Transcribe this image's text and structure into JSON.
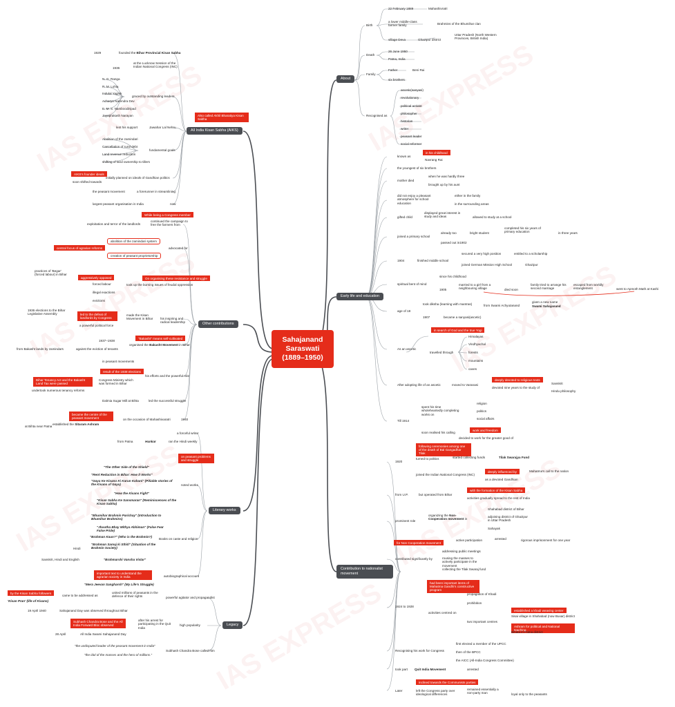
{
  "watermark": "IAS EXPRESS",
  "root": "Sahajanand Saraswati (1889–1950)",
  "branches": {
    "about": "About",
    "aikisan": "All India Kisan Sabha (AIKS)",
    "other": "Other contributions",
    "literary": "Literary works",
    "legacy": "Legacy",
    "early": "Early life and education",
    "national": "Contribution to nationalist movement"
  },
  "about": {
    "birth": "Birth",
    "birth_date": "22 February 1889",
    "birth_date_v": "Mahashivratri",
    "birth_family": "a lower middle-class farmer family",
    "birth_family_v": "Brahmins of the Bhumihar clan",
    "birth_village": "village Deva",
    "birth_district": "Ghazipur district",
    "birth_state": "Uttar Pradesh (North Western Provinces, British India)",
    "death": "Death",
    "death_date": "26 June 1950",
    "death_place": "Patna, India",
    "family": "Family",
    "father": "Father",
    "father_v": "Beni Rai",
    "brothers": "six brothers",
    "recognised": "Recognised as",
    "roles": [
      "ascetic(sanyasi)",
      "revolutionary",
      "political activist",
      "philosopher",
      "historian",
      "writer",
      "peasant leader",
      "social reformer"
    ]
  },
  "aiks": {
    "callout": "Also called Akhil Bharatiya Kisan Sabha",
    "y1929": "1929",
    "y1929_v1": "founded the ",
    "y1929_v2": "Bihar Provincial Kisan Sabha",
    "y1936": "1936",
    "y1936_v": "at the Lucknow Session of the Indian National Congress (INC)",
    "graced": "graced by outstanding leaders",
    "leaders": [
      "N. G. Ranga",
      "R. M. Lohia",
      "Indulal Yagnik",
      "Acharya Narendra Dev",
      "E. M. S. Namboodiripad",
      "Jayaprakash Narayan"
    ],
    "jawahar": "Jawahar Lal Nehru",
    "jawahar_v": "lent his support",
    "goals": "fundamental goals",
    "goal_list": [
      "Abolition of the zamindari",
      "Cancellation of rural debt",
      "Land revenue reduction",
      "shifting of land ownership to tillers"
    ],
    "gandhi": "initially planned on ideals of Gandhian politics",
    "leftcall": "AIKS's founder ideals",
    "shifted": "soon shifted towards",
    "peasant": "the peasant movement",
    "fore": "a forerunner in streamlining",
    "largest": "largest peasant organisation in India",
    "now": "now"
  },
  "other": {
    "call_congress": "While being a Congress member",
    "continued": "continued the campaign to free the farmers from",
    "exploit": "exploitation and terror of the landlords",
    "advocated": "advocated for",
    "call_ideas": "central focus of agrarian reforms",
    "abolition": "abolition of the zamindari system",
    "creation": "creation of peasant proprietorship",
    "burning": "took up the burning issues of feudal oppression",
    "call_burning": "On organising these resistance and struggle",
    "begar": "practices of 'Begar' (forced labour) in Bihar",
    "call_begar": "aggressively opposed",
    "forced": "forced labour",
    "exactions": "illegal exactions",
    "evictions": "evictions",
    "elections": "1936 elections to the Bihar Legislative Assembly",
    "call_elections": "led to the defeat of landlords by Congress",
    "powerful": "a powerful political force",
    "madekisan": "made the Kisan Movement in Bihar",
    "inspiring": "his inspiring and radical leadership",
    "call_bakasht": "\"Bakasht\" means self-cultivated",
    "organised1": "organised the ",
    "organised2": "Bakasht Movement",
    "organised3": " in Bihar",
    "yrs": "1937–1938",
    "against": "against the eviction of tenants",
    "fromBakasht": "from Bakasht lands by zamindars",
    "effort": "his efforts and the powerful role",
    "inpeasant": "in peasant movements",
    "congress": "Congress Ministry which was formed in Bihar",
    "call_result": "result of the 1938 elections",
    "call_bihar": "Bihar Tenancy Act and the Bakasht Land Tax were passed",
    "undertook": "undertook numerous tenancy reforms",
    "dalmia": "Dalmia Sugar Mill at Bihta",
    "led": "led the successful struggle",
    "year1940": "1940",
    "ashram_call": "became the centre of the peasant movement",
    "ashram_pre": "established the ",
    "ashram": "Sitaram Ashram",
    "bihta": "at Bihta near Patna",
    "mahashiv": "on the occasion of Mahashivaratri"
  },
  "literary": {
    "prolific": "a forceful writer",
    "hindi": "ran the Hindi weekly",
    "patna": "from Patna",
    "hunkar": "Hunkar",
    "call_writings": "on peasant problems and struggle",
    "noted": "noted works",
    "works": [
      "\"The Other Side of the Shield\"",
      "\"Rent Reduction in Bihar: How it Works\"",
      "\"Gaya Ke Kisano Ki Karun Kahani\" (Pitiable stories of the Kisans of Gaya)",
      "\"How the Kisans Fight\"",
      "\"Kisan Sabha Ke Sansmaran\" (Reminiscences of the Kisan Sabha)"
    ],
    "caste": "Books on caste and religion",
    "caste_works": [
      "\"Bhumihar Brahmin Parichay\" (Introduction to Bhumihar Brahmins)",
      "\"Jhootha Bhay Mithya Abhiman\" (False Fear False Pride)",
      "\"Brahman Kaun?\" (Who is the Brahmin?)",
      "\"Brahman Samaj ki Sthiti\" (Situation of the Brahmin Society)",
      "\"Brahmarshi Vansha Vistar\""
    ],
    "hindiL": "Hindi",
    "sanskrit": "Sanskrit, Hindi and English",
    "auto": "autobiographical account",
    "call_auto": "important text to understand the agrarian society in India",
    "mera": "\"Mera Jeevan Sangharsh\" (My Life's Struggle)"
  },
  "legacy": {
    "agitator": "powerful agitator and propagandist",
    "united": "united millions of peasants in the defence of their rights",
    "call_kisan": "by the Kisan Sabha followers",
    "called": "came to be addressed as",
    "kisanpran": "'Kisan Pran' (life of Kisans)",
    "popularity": "high popularity",
    "arrest": "after his arrest for participating in the Quit India",
    "apr1940": "19 April 1940",
    "bahajanand": "Sahajanand Day was observed throughout Bihar",
    "call_bose": "Subhash Chandra Bose and the All India Forward Bloc observed",
    "apr28": "28 April",
    "allindia": "All India Swami Sahajanand Day",
    "bose": "Subhash Chandra Bose called him",
    "undisputed": "\"the undisputed leader of the peasant movement in India\"",
    "idol": "\"the idol of the masses and the hero of millions.\""
  },
  "early": {
    "known": "known as",
    "call_childhood": "in his childhood",
    "navrang": "Navrang Rai",
    "youngest": "the youngest of six brothers",
    "mother": "mother died",
    "mother1": "when he was hardly three",
    "mother2": "brought up by his aunt",
    "enjoy": "did not enjoy a pleasant atmosphere for school education",
    "enjoy1": "either in the family",
    "enjoy2": "in the surrounding areas",
    "gifted": "gifted child",
    "gifted1": "displayed great interest in study and ideas",
    "gifted2": "allowed to study at a school",
    "primary": "joined a primary school",
    "primary1": "already too",
    "primary2": "bright student",
    "primary3": "completed his six years of primary education",
    "primary4": "in three years",
    "primary5": "passed out in1902",
    "y1904": "1904",
    "middle": "finished middle school",
    "middle1": "secured a very high position",
    "middle2": "entitled to a scholarship",
    "middle3": "joined German Mission High School",
    "middle4": "Ghazipur",
    "spiritual": "spiritual bent of mind",
    "since": "since his childhood",
    "y1905": "1905",
    "married": "married to a girl from a neighbouring village",
    "wife": "died soon",
    "wife2": "family tried to arrange his second marriage",
    "escaped": "escaped from worldly entanglement",
    "went": "went to Apmoth Math at Kashi",
    "age18": "age of 18",
    "diksha": "took diksha (learning with mantras)",
    "guru": "from Swami Achyutanand",
    "newname": "given a new name",
    "newname2": "Swami Sahajanand",
    "y1907": "1907",
    "sanyasi": "became a sanyasi(ascetic)",
    "ascetic": "As an  ascetic",
    "call_god": "in search of God and the true Yogi",
    "travelled": "travelled through",
    "places": [
      "Himalayas",
      "Vindhyachal",
      "forests",
      "mountains",
      "caves"
    ],
    "adopting": "After adopting life of an ascetic",
    "moved": "moved to Varanasi",
    "call_religion": "deeply devoted to religious texts",
    "devoted": "devoted nine years to the study of",
    "sanskritL": "Sanskrit",
    "hindu": "Hindu philosophy",
    "till1914": "Till 1914",
    "spent": "spent his time wholeheartedly completing works on",
    "till_list": [
      "religion",
      "politics",
      "social affairs"
    ],
    "calling": "soon realised his calling",
    "call_call": "work and freedom",
    "greater": "decided to work for the greater good of"
  },
  "national": {
    "call_tilak": "following ceremonies among one of the death of Bal Gangadhar Tilak",
    "y1920": "1920",
    "tilak": "Tilak Swarajya Fund",
    "started": "started collecting funds",
    "turned": "turned to politics",
    "joined": "joined the Indian National Congress (INC)",
    "call_gandhi": "deeply influenced by",
    "gandhi": "Mahatma's call to the nation",
    "gandhian": "as a devoted Gandhian",
    "fromUP": "from U.P.",
    "operated": "but operated from Bihar",
    "call_formation": "with the formation of the Kisan Sabha",
    "activities": "activities gradually spread to the rest of India",
    "prominent": "prominent role",
    "organizing1": "organizing the ",
    "organizing2": "Non-Cooperation movement",
    "organizing3": " in",
    "organizing_list": [
      "Shahabad district of Bihar",
      "adjoining district of Ghazipur in Uttar Pradesh",
      "Sahayak"
    ],
    "call_noncoop": "for Non Cooperation movement",
    "active": "active participation",
    "arrested": "arrested",
    "rigorous": "rigorous imprisonment for one year",
    "contributed": "contributed significantly by",
    "contributed_list": [
      "addressing public meetings",
      "rousing the masses to actively participate in the movement",
      "collecting the Tilak Swaraj fund"
    ],
    "y1924": "1924 to 1928",
    "call_constructive": "had been important items of Mahatma Gandhi's constructive program",
    "centred": "activities centred on",
    "khadi": "propagation of Khadi",
    "prohibition": "prohibition",
    "two": "two important centres",
    "call_ashram": "established a khadi weaving center",
    "bisi": "Sisai village in Shahabad (now Buxar) district",
    "call_political": "Ashram for political and National teaching",
    "bihta": "Bihata in Patna district",
    "recognising": "Recognising his work for Congress",
    "recog_list": [
      "first elected a member of the UPCC",
      "then of the BPCC",
      "the AICC (All-India Congress Committee)"
    ],
    "took": "took part",
    "quit": "Quit India Movement",
    "arrestedQ": "arrested",
    "later": "Later",
    "call_inclined": "inclined towards the Communists parties",
    "left": "left the Congress party over ideological differences",
    "remained": "remained essentially a non-party man",
    "loyal": "loyal only to the peasants"
  }
}
